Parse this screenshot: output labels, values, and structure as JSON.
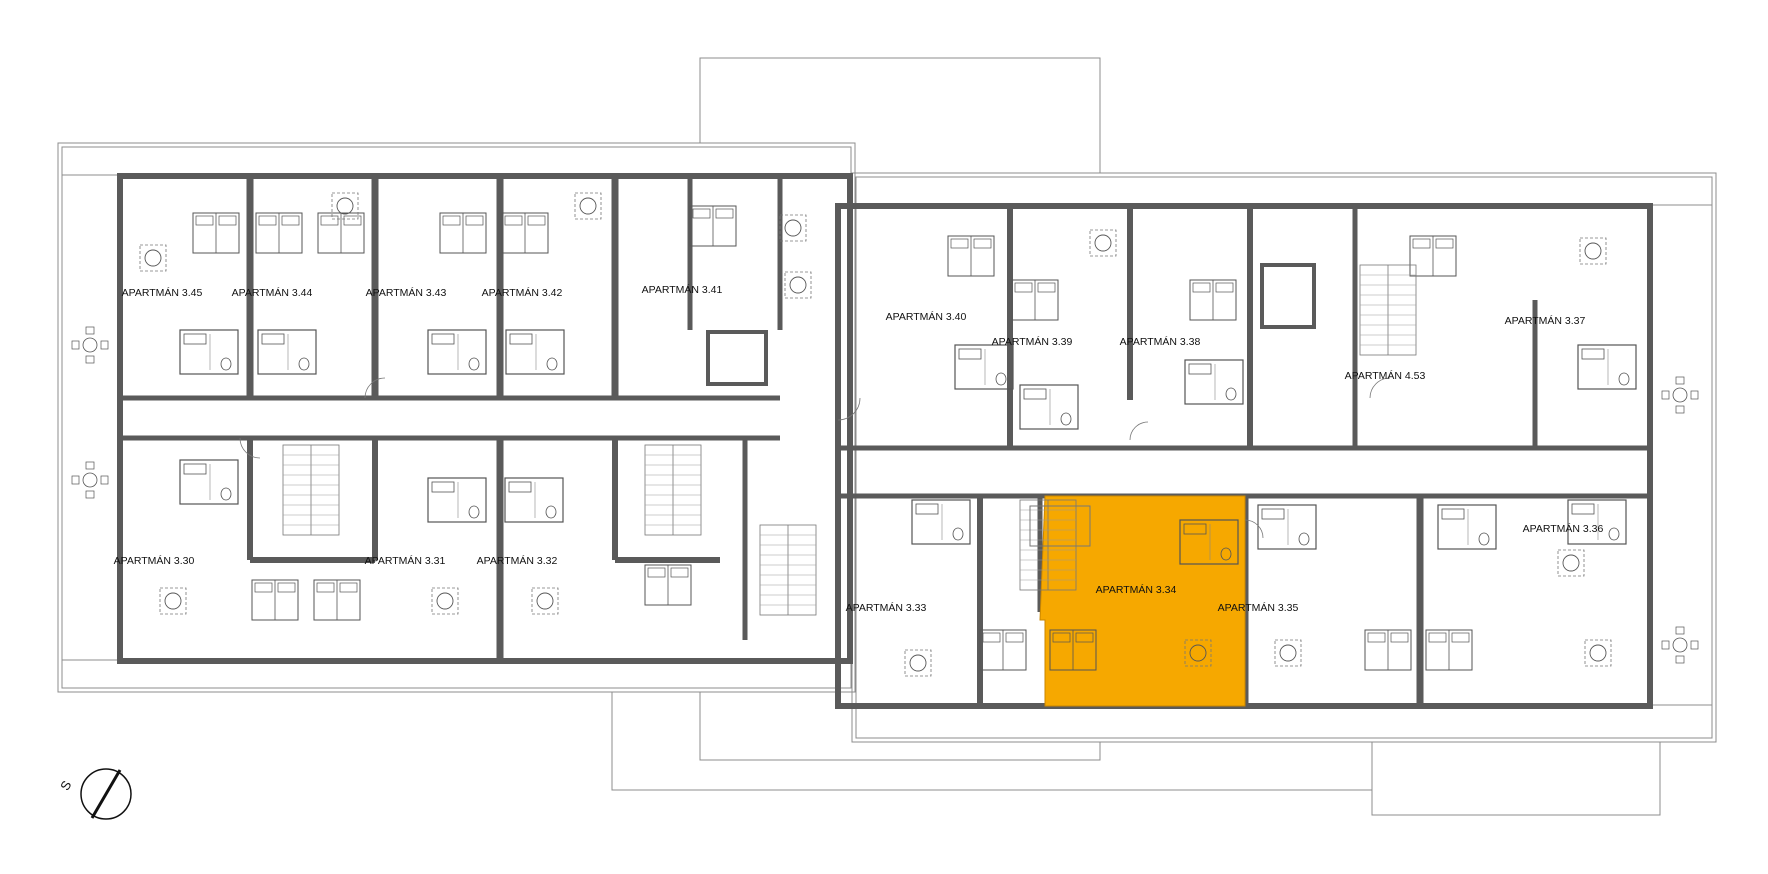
{
  "plan": {
    "highlight_color": "#F6A800",
    "wall_color": "#5a5a5a",
    "line_color": "#8c8c8c",
    "highlighted_unit": "APARTMÁN 3.34",
    "units": [
      {
        "id": "u345",
        "label": "APARTMÁN 3.45"
      },
      {
        "id": "u344",
        "label": "APARTMÁN 3.44"
      },
      {
        "id": "u343",
        "label": "APARTMÁN 3.43"
      },
      {
        "id": "u342",
        "label": "APARTMÁN 3.42"
      },
      {
        "id": "u341",
        "label": "APARTMÁN 3.41"
      },
      {
        "id": "u340",
        "label": "APARTMÁN 3.40"
      },
      {
        "id": "u339",
        "label": "APARTMÁN 3.39"
      },
      {
        "id": "u338",
        "label": "APARTMÁN 3.38"
      },
      {
        "id": "u453",
        "label": "APARTMÁN 4.53"
      },
      {
        "id": "u337",
        "label": "APARTMÁN 3.37"
      },
      {
        "id": "u330",
        "label": "APARTMÁN 3.30"
      },
      {
        "id": "u331",
        "label": "APARTMÁN 3.31"
      },
      {
        "id": "u332",
        "label": "APARTMÁN 3.32"
      },
      {
        "id": "u333",
        "label": "APARTMÁN 3.33"
      },
      {
        "id": "u334",
        "label": "APARTMÁN 3.34"
      },
      {
        "id": "u335",
        "label": "APARTMÁN 3.35"
      },
      {
        "id": "u336",
        "label": "APARTMÁN 3.36"
      }
    ],
    "north_arrow": {
      "label": "S",
      "icon": "north-arrow-icon"
    }
  }
}
